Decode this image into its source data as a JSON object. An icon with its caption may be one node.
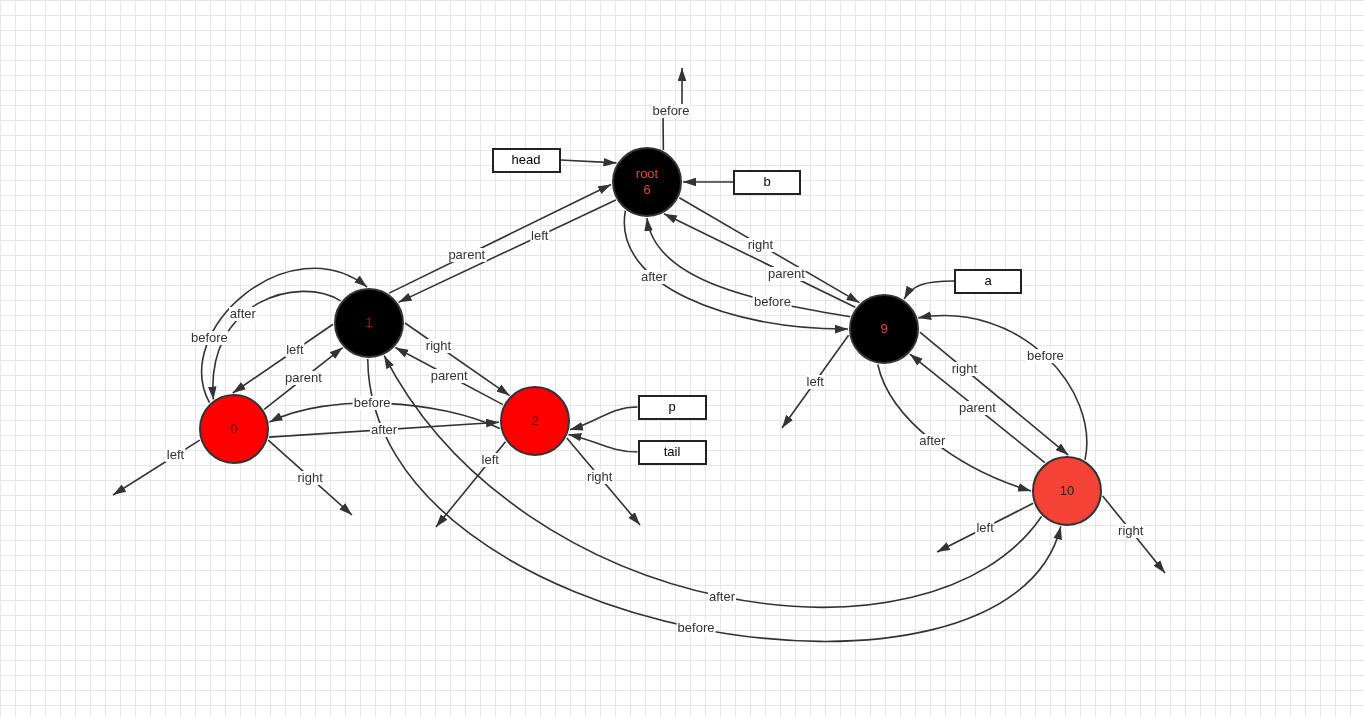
{
  "diagram": {
    "nodes": [
      {
        "text": [
          "head"
        ]
      },
      {
        "text": [
          "root",
          "6"
        ]
      },
      {
        "text": [
          "b"
        ]
      },
      {
        "text": [
          "a"
        ]
      },
      {
        "text": [
          "1"
        ]
      },
      {
        "text": [
          "9"
        ]
      },
      {
        "text": [
          "p"
        ]
      },
      {
        "text": [
          "0"
        ]
      },
      {
        "text": [
          "2"
        ]
      },
      {
        "text": [
          "tail"
        ]
      },
      {
        "text": [
          "10"
        ]
      }
    ],
    "edges": [
      {
        "from": 0,
        "to": 1,
        "arrow": "to"
      },
      {
        "from": 2,
        "to": 1,
        "arrow": "to"
      },
      {
        "from": 3,
        "to": 5,
        "arrow": "to"
      },
      {
        "from": 6,
        "to": 8,
        "arrow": "to"
      },
      {
        "from": 9,
        "to": 8,
        "arrow": "to"
      },
      {
        "from": 1,
        "to": null,
        "label": "before",
        "arrow": "to"
      },
      {
        "from": 4,
        "to": 1,
        "label": "parent",
        "arrow": "to"
      },
      {
        "from": 1,
        "to": 4,
        "label": "left",
        "arrow": "to"
      },
      {
        "from": 1,
        "to": 5,
        "label": "right",
        "arrow": "to"
      },
      {
        "from": 5,
        "to": 1,
        "label": "parent",
        "arrow": "to"
      },
      {
        "from": 5,
        "to": 1,
        "label": "before",
        "arrow": "to"
      },
      {
        "from": 1,
        "to": 5,
        "label": "after",
        "arrow": "to"
      },
      {
        "from": 7,
        "to": 4,
        "label": "before",
        "arrow": "to"
      },
      {
        "from": 4,
        "to": 7,
        "label": "after",
        "arrow": "to"
      },
      {
        "from": 4,
        "to": 7,
        "label": "left",
        "arrow": "to"
      },
      {
        "from": 7,
        "to": 4,
        "label": "parent",
        "arrow": "to"
      },
      {
        "from": 4,
        "to": 8,
        "label": "right",
        "arrow": "to"
      },
      {
        "from": 8,
        "to": 4,
        "label": "parent",
        "arrow": "to"
      },
      {
        "from": 8,
        "to": 7,
        "label": "before",
        "arrow": "to"
      },
      {
        "from": 7,
        "to": 8,
        "label": "after",
        "arrow": "to"
      },
      {
        "from": 7,
        "to": null,
        "label": "left",
        "arrow": "to"
      },
      {
        "from": 7,
        "to": null,
        "label": "right",
        "arrow": "to"
      },
      {
        "from": 8,
        "to": null,
        "label": "left",
        "arrow": "to"
      },
      {
        "from": 8,
        "to": null,
        "label": "right",
        "arrow": "to"
      },
      {
        "from": 5,
        "to": null,
        "label": "left",
        "arrow": "to"
      },
      {
        "from": 5,
        "to": 10,
        "label": "right",
        "arrow": "to"
      },
      {
        "from": 10,
        "to": 5,
        "label": "parent",
        "arrow": "to"
      },
      {
        "from": 5,
        "to": 10,
        "label": "after",
        "arrow": "to"
      },
      {
        "from": 10,
        "to": 5,
        "label": "before",
        "arrow": "to"
      },
      {
        "from": 10,
        "to": null,
        "label": "left",
        "arrow": "to"
      },
      {
        "from": 10,
        "to": null,
        "label": "right",
        "arrow": "to"
      },
      {
        "from": 10,
        "to": 4,
        "label": "after",
        "arrow": "to"
      },
      {
        "from": 4,
        "to": 10,
        "label": "before",
        "arrow": "to"
      }
    ]
  }
}
